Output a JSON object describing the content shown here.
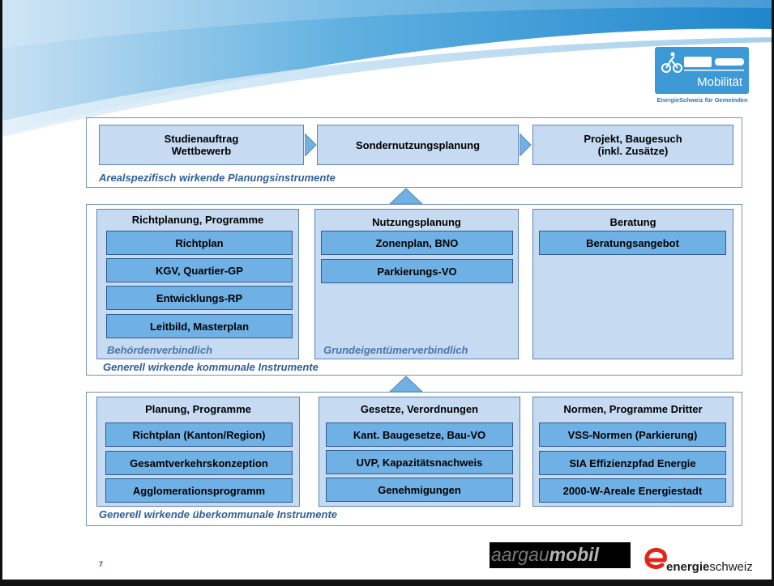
{
  "logos": {
    "mobility_label": "Mobilität",
    "mobility_tagline": "EnergieSchweiz für Gemeinden",
    "aargau_light": "aargau",
    "aargau_bold": "mobil",
    "energie_bold": "energie",
    "energie_rest": "schweiz"
  },
  "page_number": "7",
  "top": {
    "boxes": [
      "Studienauftrag\nWettbewerb",
      "Sondernutzungsplanung",
      "Projekt, Baugesuch\n(inkl. Zusätze)"
    ],
    "caption": "Arealspezifisch wirkende Planungsinstrumente"
  },
  "middle": {
    "caption": "Generell wirkende kommunale Instrumente",
    "groups": [
      {
        "title": "Richtplanung, Programme",
        "items": [
          "Richtplan",
          "KGV, Quartier-GP",
          "Entwicklungs-RP",
          "Leitbild, Masterplan"
        ],
        "caption": "Behördenverbindlich"
      },
      {
        "title": "Nutzungsplanung",
        "items": [
          "Zonenplan, BNO",
          "Parkierungs-VO"
        ],
        "caption": "Grundeigentümerverbindlich"
      },
      {
        "title": "Beratung",
        "items": [
          "Beratungsangebot"
        ]
      }
    ]
  },
  "bottom": {
    "caption": "Generell wirkende überkommunale Instrumente",
    "groups": [
      {
        "title": "Planung, Programme",
        "items": [
          "Richtplan (Kanton/Region)",
          "Gesamtverkehrskonzeption",
          "Agglomerationsprogramm"
        ]
      },
      {
        "title": "Gesetze, Verordnungen",
        "items": [
          "Kant. Baugesetze, Bau-VO",
          "UVP, Kapazitätsnachweis",
          "Genehmigungen"
        ]
      },
      {
        "title": "Normen, Programme Dritter",
        "items": [
          "VSS-Normen (Parkierung)",
          "SIA Effizienzpfad Energie",
          "2000-W-Areale Energiestadt"
        ]
      }
    ]
  },
  "colors": {
    "accent_blue": "#3d99d6",
    "box_fill": "#c6daf1",
    "item_fill": "#6fb0e5",
    "caption_blue": "#2f5f97",
    "energie_red": "#e3241b"
  }
}
